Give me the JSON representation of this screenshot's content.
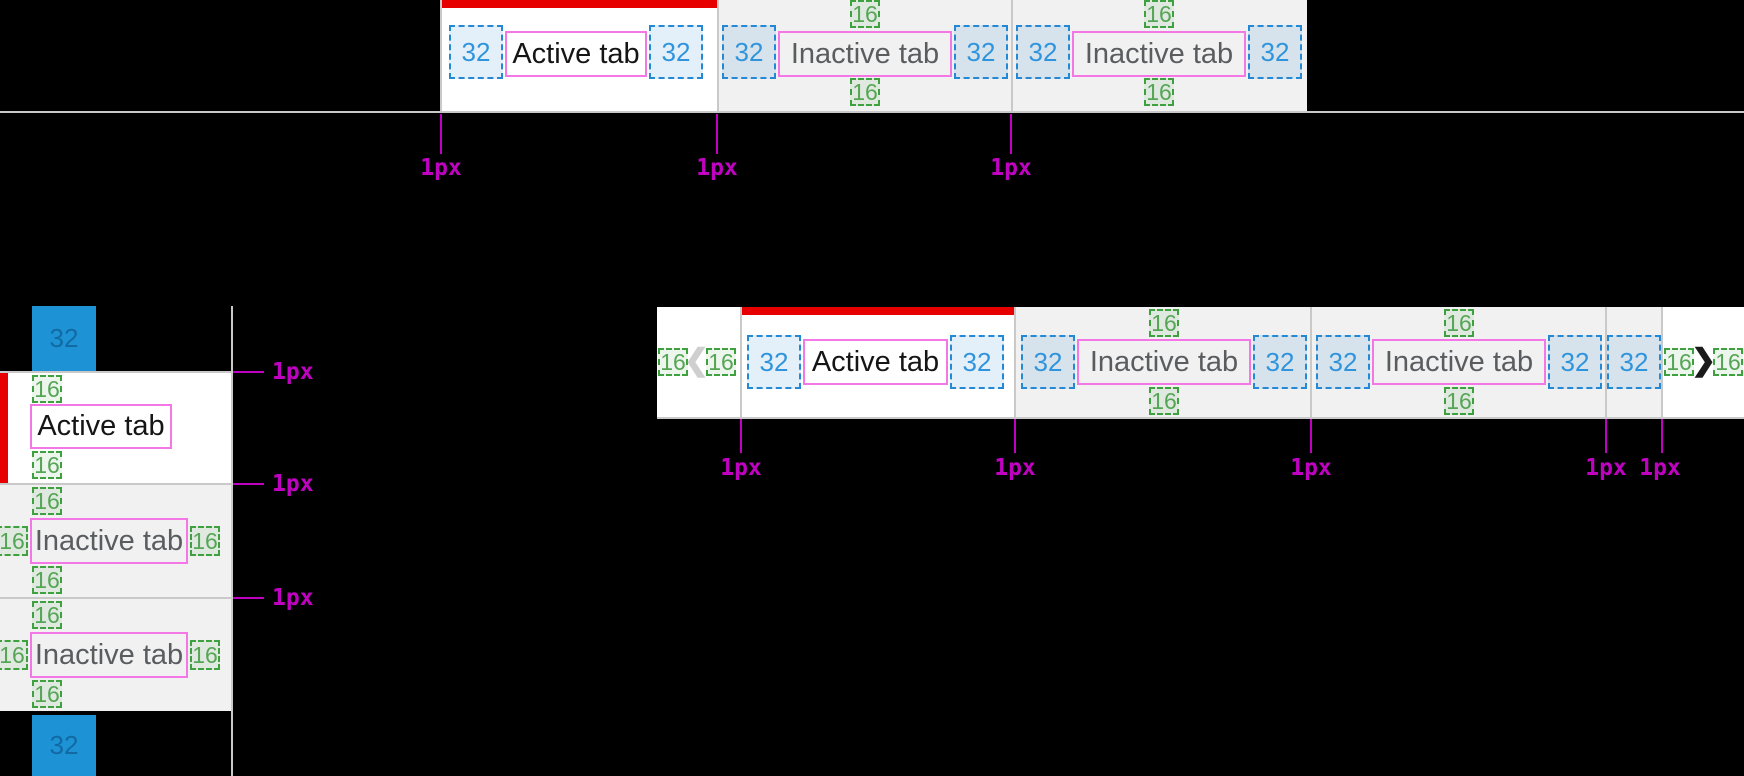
{
  "labels": {
    "px1": "1px",
    "s32": "32",
    "s16": "16"
  },
  "glyphs": {
    "chevron_left": "❮",
    "chevron_right": "❯"
  },
  "colors": {
    "background": "#000000",
    "active_tab_background": "#ffffff",
    "inactive_tab_background": "#f1f1f1",
    "active_indicator_red": "#e60000",
    "divider_gray": "#c9c9c9",
    "spacing_32_blue": "#2489d5",
    "spacing_16_green": "#3fa03f",
    "content_outline_pink": "#f378e5",
    "annotation_magenta": "#c101c1",
    "scroll_block_blue": "#1d93d6",
    "active_text": "#151515",
    "inactive_text": "#5a5d60"
  },
  "top_bar": {
    "tabs": [
      {
        "label": "Active tab",
        "state": "active"
      },
      {
        "label": "Inactive tab",
        "state": "inactive"
      },
      {
        "label": "Inactive tab",
        "state": "inactive"
      }
    ]
  },
  "vertical_bar": {
    "scroll_top_value": "32",
    "scroll_bottom_value": "32",
    "tabs": [
      {
        "label": "Active tab",
        "state": "active"
      },
      {
        "label": "Inactive tab",
        "state": "inactive"
      },
      {
        "label": "Inactive tab",
        "state": "inactive"
      }
    ]
  },
  "bottom_bar": {
    "tabs": [
      {
        "label": "Active tab",
        "state": "active"
      },
      {
        "label": "Inactive tab",
        "state": "inactive"
      },
      {
        "label": "Inactive tab",
        "state": "inactive"
      }
    ]
  }
}
